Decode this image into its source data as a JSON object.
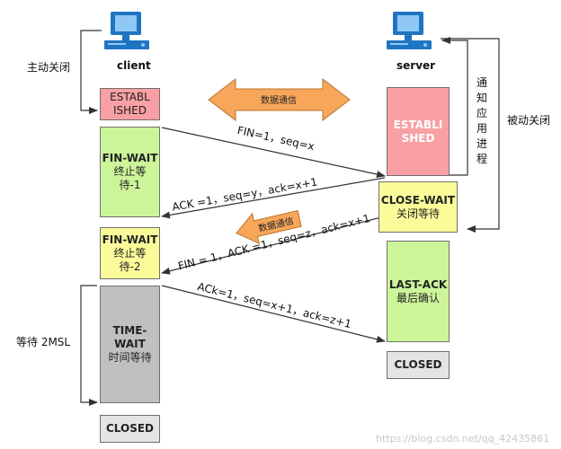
{
  "client": {
    "label": "client",
    "icon": "computer-icon"
  },
  "server": {
    "label": "server",
    "icon": "computer-icon"
  },
  "left_side": {
    "active_close": "主动关闭",
    "wait_2msl": "等待 2MSL"
  },
  "right_side": {
    "notify_app": [
      "通",
      "知",
      "应",
      "用",
      "进",
      "程"
    ],
    "passive_close": "被动关闭"
  },
  "client_states": {
    "established": [
      "ESTABL",
      "ISHED"
    ],
    "fin_wait_1": [
      "FIN-WAIT",
      "终止等",
      "待-1"
    ],
    "fin_wait_2": [
      "FIN-WAIT",
      "终止等",
      "待-2"
    ],
    "time_wait": [
      "TIME-WAIT",
      "时间等待"
    ],
    "closed": "CLOSED"
  },
  "server_states": {
    "established": [
      "ESTABLI",
      "SHED"
    ],
    "close_wait": [
      "CLOSE-WAIT",
      "关闭等待"
    ],
    "last_ack": [
      "LAST-ACK",
      "最后确认"
    ],
    "closed": "CLOSED"
  },
  "data_comm": {
    "top": "数据通信",
    "middle": "数据通信"
  },
  "messages": {
    "fin1": "FIN=1，seq=x",
    "ack1": "ACK =1，seq=y，ack=x+1",
    "fin2": "FIN = 1，ACK =1，seq=z，ack=x+1",
    "ack2": "ACk=1，seq=x+1，ack=z+1"
  },
  "watermark": "https://blog.csdn.net/qq_42435861",
  "colors": {
    "established": "#f8a0a4",
    "wait": "#ccf59a",
    "fin_wait_2": "#fcfb9a",
    "time_wait": "#c0c0c0",
    "closed": "#e4e4e4",
    "data_arrow": "#f7a65a",
    "computer": "#1f75c2"
  }
}
